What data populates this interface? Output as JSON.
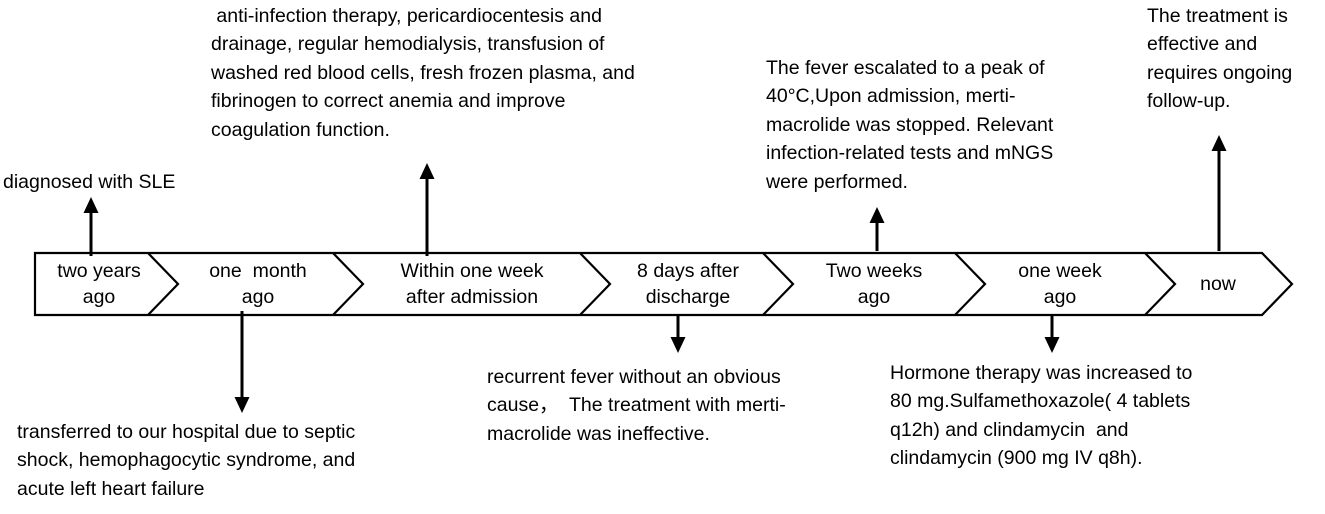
{
  "timeline": {
    "segments": [
      {
        "label": "two years\nago"
      },
      {
        "label": "one  month\nago"
      },
      {
        "label": "Within one week\nafter admission"
      },
      {
        "label": "8 days after\ndischarge"
      },
      {
        "label": "Two weeks\nago"
      },
      {
        "label": "one week\nago"
      },
      {
        "label": "now"
      }
    ]
  },
  "annotations": {
    "diagnosed_sle": "diagnosed with SLE",
    "week1_treatment": " anti-infection therapy, pericardiocentesis and\ndrainage, regular hemodialysis, transfusion of\nwashed red blood cells, fresh frozen plasma, and\nfibrinogen to correct anemia and improve\ncoagulation function.",
    "fever_peak": "The fever escalated to a peak of\n40°C,Upon admission, merti-\nmacrolide was stopped. Relevant\ninfection-related tests and mNGS\nwere performed.",
    "treatment_effective": "The treatment is\neffective and\nrequires ongoing\nfollow-up.",
    "transferred": "transferred to our hospital due to septic\nshock, hemophagocytic syndrome, and\nacute left heart failure",
    "recurrent_fever": "recurrent fever without an obvious\ncause，  The treatment with merti-\nmacrolide was ineffective.",
    "hormone_therapy": "Hormone therapy was increased to\n80 mg.Sulfamethoxazole( 4 tablets\nq12h) and clindamycin  and\nclindamycin (900 mg IV q8h)."
  },
  "colors": {
    "ink": "#000000",
    "background": "#ffffff"
  }
}
